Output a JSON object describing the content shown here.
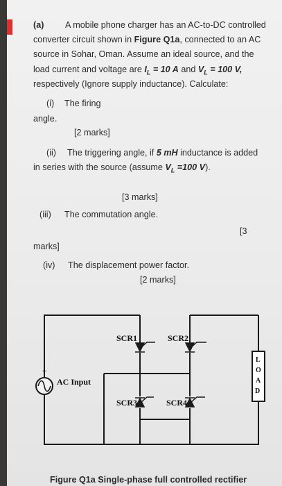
{
  "part_label": "(a)",
  "intro": {
    "l1": "A mobile phone charger has an AC-to-DC controlled",
    "l2a": "converter circuit shown in ",
    "l2b": "Figure Q1a",
    "l2c": ", connected to an AC",
    "l3": "source in Sohar, Oman. Assume an ideal source, and the",
    "l4a": "load current and voltage are ",
    "l4b": "I",
    "l4c": "L",
    "l4d": " = 10 A",
    "l4e": " and ",
    "l4f": "V",
    "l4g": "L",
    "l4h": " = 100 V",
    "l4i": ",",
    "l5": "respectively (Ignore supply inductance). Calculate:"
  },
  "q1": {
    "num": "(i)",
    "text": "The firing",
    "cont": "angle.",
    "marks": "[2 marks]"
  },
  "q2": {
    "num": "(ii)",
    "t1": "The triggering angle, if ",
    "t2": "5 mH",
    "t3": " inductance is added",
    "l2a": "in series with the source (assume ",
    "l2b": "V",
    "l2c": "L",
    "l2d": " =100 V",
    "l2e": ").",
    "marks": "[3 marks]"
  },
  "q3": {
    "num": "(iii)",
    "text": "The commutation angle.",
    "marks_a": "[3",
    "marks_b": "marks]"
  },
  "q4": {
    "num": "(iv)",
    "text": "The displacement power factor.",
    "marks": "[2 marks]"
  },
  "circuit": {
    "scr1": "SCR1",
    "scr2": "SCR2",
    "scr3": "SCR3",
    "scr4": "SCR4",
    "ac_input": "AC Input",
    "plus": "+",
    "load": [
      "L",
      "O",
      "A",
      "D"
    ]
  },
  "caption": "Figure Q1a Single-phase full controlled rectifier"
}
